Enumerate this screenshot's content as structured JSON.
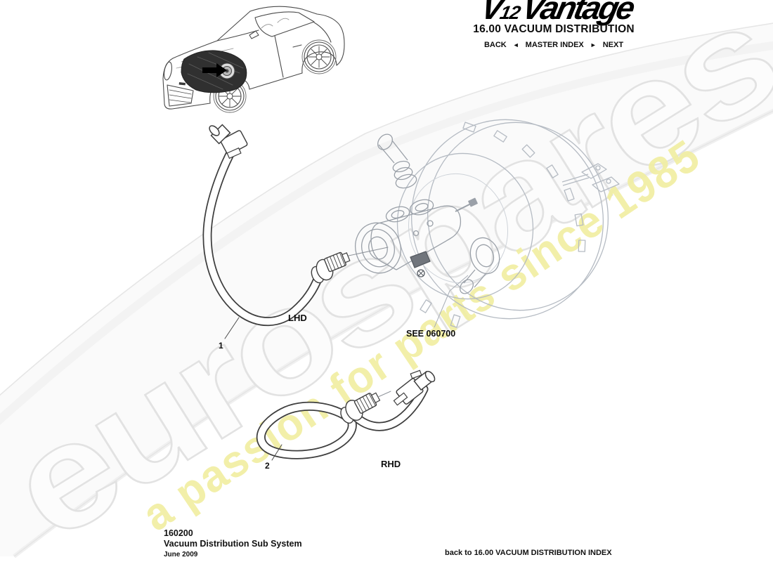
{
  "header": {
    "logo": {
      "v": "V",
      "twelve": "12",
      "name": "Vantage"
    },
    "section_title": "16.00 VACUUM DISTRIBUTION",
    "nav": {
      "back": "BACK",
      "back_arrow": "◄",
      "master_index": "MASTER INDEX",
      "next_arrow": "►",
      "next": "NEXT"
    }
  },
  "watermark": {
    "brand": "eurospares",
    "tagline": "a passion for parts since 1985",
    "brand_outline": "#e2e2e2",
    "tagline_color": "#f1eea2"
  },
  "diagram": {
    "labels": {
      "item1": "1",
      "lhd": "LHD",
      "see_ref": "SEE 060700",
      "item2": "2",
      "rhd": "RHD"
    }
  },
  "footer": {
    "part_number": "160200",
    "title": "Vacuum Distribution Sub System",
    "date": "June 2009",
    "back_link": "back to 16.00 VACUUM DISTRIBUTION INDEX"
  }
}
